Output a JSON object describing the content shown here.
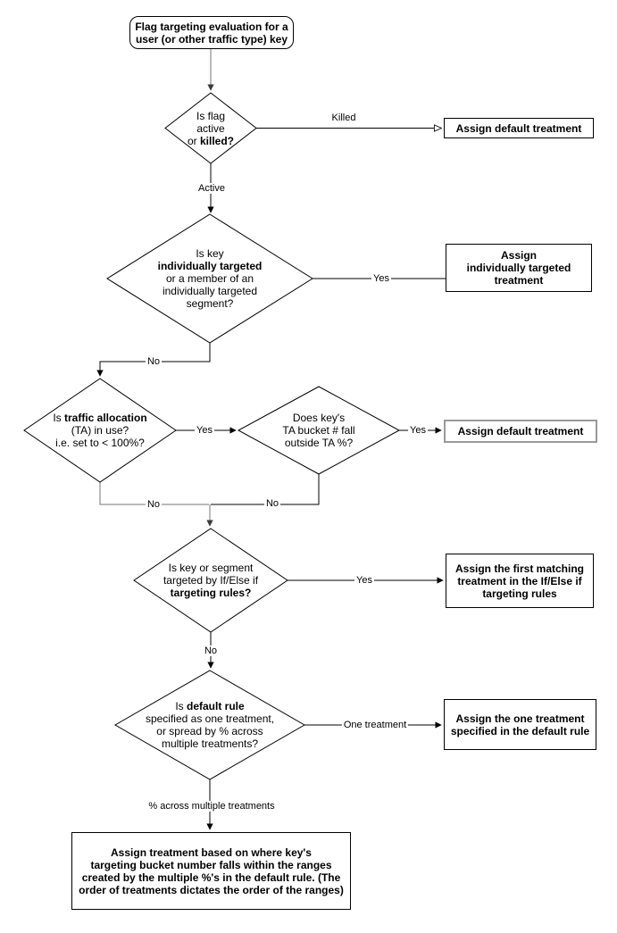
{
  "edge_labels": {
    "killed": "Killed",
    "active": "Active",
    "yes": "Yes",
    "no": "No",
    "one_treatment": "One treatment",
    "pct_across": "% across multiple treatments"
  },
  "start": {
    "line1": "Flag targeting evaluation for a",
    "line2": "user (or other traffic type) key"
  },
  "decisions": {
    "flag_active": {
      "l1": "Is flag",
      "l2": "active",
      "l3_pre": "or ",
      "l3_bold": "killed?"
    },
    "individually_targeted": {
      "l1": "Is key",
      "l2_bold": "individually targeted",
      "l3": "or a member of an",
      "l4": "individually targeted",
      "l5": "segment?"
    },
    "traffic_allocation": {
      "l1_pre": "Is ",
      "l1_bold": "traffic allocation",
      "l2": "(TA) in use?",
      "l3": "i.e. set to < 100%?"
    },
    "ta_bucket": {
      "l1": "Does key's",
      "l2": "TA bucket # fall",
      "l3": "outside TA %?"
    },
    "targeting_rules": {
      "l1": "Is key or segment",
      "l2": "targeted by If/Else if",
      "l3_bold": "targeting rules?"
    },
    "default_rule": {
      "l1_pre": "Is ",
      "l1_bold": "default rule",
      "l2": "specified as one treatment,",
      "l3": "or spread by % across",
      "l4": "multiple treatments?"
    }
  },
  "results": {
    "default_treatment_killed": "Assign default treatment",
    "individually_targeted": {
      "l1": "Assign",
      "l2": "individually targeted",
      "l3": "treatment"
    },
    "default_treatment_ta": "Assign default treatment",
    "first_matching": {
      "l1": "Assign the first matching",
      "l2": "treatment in the If/Else if",
      "l3": "targeting rules"
    },
    "one_treatment": {
      "l1": "Assign the one treatment",
      "l2": "specified in the default rule"
    },
    "multiple_treatments": {
      "l1": "Assign treatment based on where key's",
      "l2": "targeting bucket number falls within the ranges",
      "l3": "created by the multiple %'s in the default rule. (The",
      "l4": "order of treatments dictates the order of the ranges)"
    }
  },
  "colors": {
    "line": "#000000",
    "gray_line": "#757575",
    "shape_border": "#000000",
    "ta_box_border": "#999999",
    "background": "#ffffff",
    "text": "#000000"
  }
}
